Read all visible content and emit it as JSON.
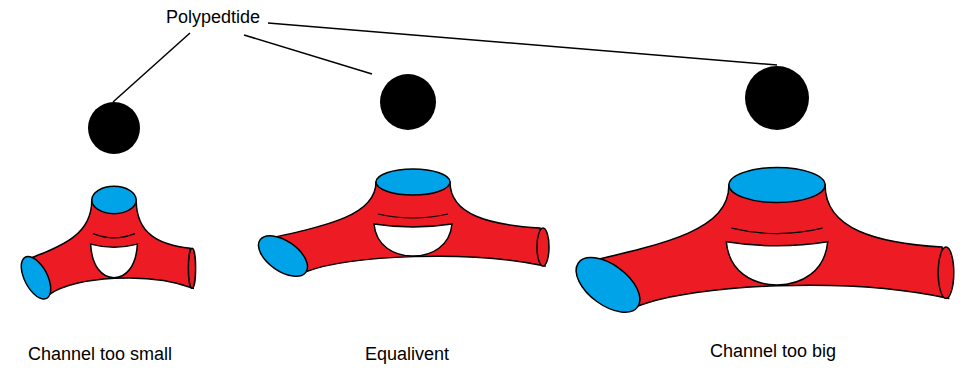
{
  "diagram": {
    "labels": [
      "Polypedtide",
      "Channel too small",
      "Equalivent",
      "Channel too big"
    ]
  }
}
